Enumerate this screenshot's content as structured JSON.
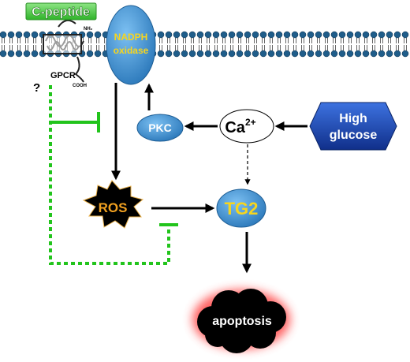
{
  "labels": {
    "c_peptide": "C-peptide",
    "gpcr": "GPCR",
    "question_mark": "?",
    "nh2": "NH₂",
    "cooh": "COOH",
    "nadph_line1": "NADPH",
    "nadph_line2": "oxidase",
    "pkc": "PKC",
    "ca_base": "Ca",
    "ca_sup": "2+",
    "high_glucose_line1": "High",
    "high_glucose_line2": "glucose",
    "ros": "ROS",
    "tg2": "TG2",
    "apoptosis": "apoptosis"
  },
  "colors": {
    "membrane_head": "#1f5d8a",
    "membrane_tail": "#555555",
    "node_blue": "#3f8fcf",
    "hexagon_blue": "#1d48b8",
    "label_green_bg": "#56d24a",
    "label_green_text": "#ffffff",
    "inhibit_green": "#22c41c",
    "arrow_black": "#000000",
    "ros_burst": "#000000",
    "ros_text": "#f0a020",
    "apoptosis_cloud": "#000000",
    "apoptosis_glow": "#ff6060",
    "node_text_yellow": "#f7d51d",
    "node_text_white": "#ffffff"
  }
}
